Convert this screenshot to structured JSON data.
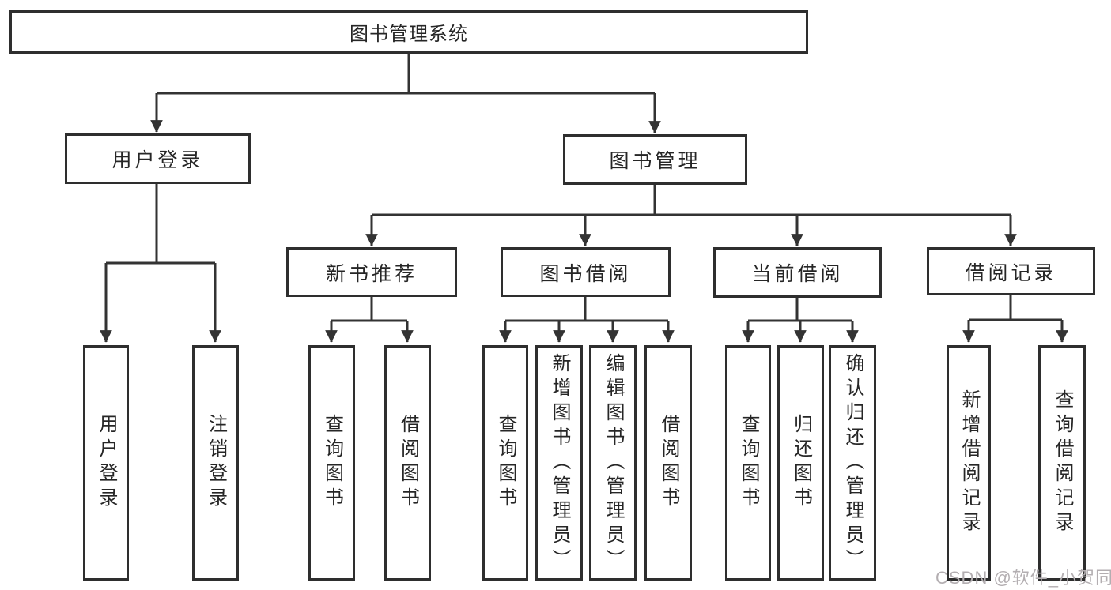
{
  "diagram": {
    "root": {
      "label": "图书管理系统"
    },
    "level2": [
      {
        "label": "用户登录"
      },
      {
        "label": "图书管理"
      }
    ],
    "level3": [
      {
        "label": "新书推荐",
        "parent": "图书管理"
      },
      {
        "label": "图书借阅",
        "parent": "图书管理"
      },
      {
        "label": "当前借阅",
        "parent": "图书管理"
      },
      {
        "label": "借阅记录",
        "parent": "图书管理"
      }
    ],
    "leaves": [
      {
        "label": "用户登录",
        "parent": "用户登录"
      },
      {
        "label": "注销登录",
        "parent": "用户登录"
      },
      {
        "label": "查询图书",
        "parent": "新书推荐"
      },
      {
        "label": "借阅图书",
        "parent": "新书推荐"
      },
      {
        "label": "查询图书",
        "parent": "图书借阅"
      },
      {
        "label": "新增图书（管理员）",
        "parent": "图书借阅"
      },
      {
        "label": "编辑图书（管理员）",
        "parent": "图书借阅"
      },
      {
        "label": "借阅图书",
        "parent": "图书借阅"
      },
      {
        "label": "查询图书",
        "parent": "当前借阅"
      },
      {
        "label": "归还图书",
        "parent": "当前借阅"
      },
      {
        "label": "确认归还（管理员）",
        "parent": "当前借阅"
      },
      {
        "label": "新增借阅记录",
        "parent": "借阅记录"
      },
      {
        "label": "查询借阅记录",
        "parent": "借阅记录"
      }
    ]
  },
  "colors": {
    "line": "#333333",
    "box_border": "#2e2e2e",
    "text": "#262626",
    "background": "#ffffff",
    "watermark": "#b3aeb1"
  },
  "watermark": {
    "text": "CSDN @软件_小贺同学"
  }
}
